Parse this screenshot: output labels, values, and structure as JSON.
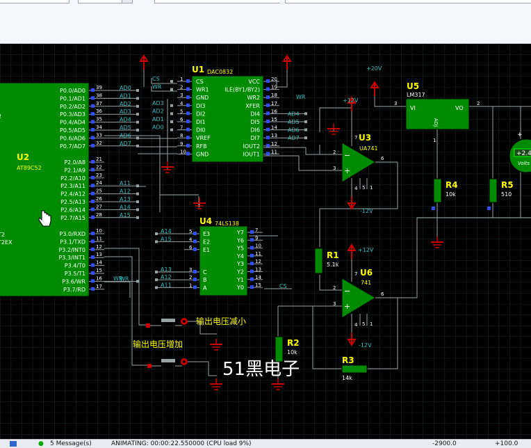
{
  "status_bar": {
    "messages": "5 Message(s)",
    "animating": "ANIMATING: 00:00:22.550000 (CPU load 9%)",
    "coord_x": "-2900.0",
    "coord_y": "+100.0"
  },
  "schematic": {
    "u1": {
      "ref": "U1",
      "part": "DAC0832",
      "left_pins": [
        {
          "num": "1",
          "name": "CS",
          "net": "CS"
        },
        {
          "num": "2",
          "name": "WR1",
          "net": "WR"
        },
        {
          "num": "3",
          "name": "GND",
          "net": ""
        },
        {
          "num": "4",
          "name": "DI3",
          "net": "AD3"
        },
        {
          "num": "5",
          "name": "DI2",
          "net": "AD2"
        },
        {
          "num": "6",
          "name": "DI1",
          "net": "AD1"
        },
        {
          "num": "7",
          "name": "DI0",
          "net": "AD0"
        },
        {
          "num": "8",
          "name": "VREF",
          "net": ""
        },
        {
          "num": "9",
          "name": "RFB",
          "net": ""
        },
        {
          "num": "10",
          "name": "GND",
          "net": ""
        }
      ],
      "right_pins": [
        {
          "num": "20",
          "name": "VCC",
          "net": ""
        },
        {
          "num": "19",
          "name": "ILE(BY1/BY2)",
          "net": ""
        },
        {
          "num": "18",
          "name": "WR2",
          "net": "WR"
        },
        {
          "num": "17",
          "name": "XFER",
          "net": ""
        },
        {
          "num": "16",
          "name": "DI4",
          "net": "AD4"
        },
        {
          "num": "15",
          "name": "DI5",
          "net": "AD5"
        },
        {
          "num": "14",
          "name": "DI6",
          "net": "AD6"
        },
        {
          "num": "13",
          "name": "DI7",
          "net": "AD7"
        },
        {
          "num": "12",
          "name": "IOUT2",
          "net": ""
        },
        {
          "num": "11",
          "name": "IOUT1",
          "net": ""
        }
      ]
    },
    "u2": {
      "ref": "U2",
      "part": "AT89C52",
      "p0": [
        {
          "num": "39",
          "name": "P0.0/AD0",
          "net": "AD0"
        },
        {
          "num": "38",
          "name": "P0.1/AD1",
          "net": "AD1"
        },
        {
          "num": "37",
          "name": "P0.2/AD2",
          "net": "AD2"
        },
        {
          "num": "36",
          "name": "P0.3/AD3",
          "net": "AD3"
        },
        {
          "num": "35",
          "name": "P0.4/AD4",
          "net": "AD4"
        },
        {
          "num": "34",
          "name": "P0.5/AD5",
          "net": "AD5"
        },
        {
          "num": "33",
          "name": "P0.6/AD6",
          "net": "AD6"
        },
        {
          "num": "32",
          "name": "P0.7/AD7",
          "net": "AD7"
        }
      ],
      "p2": [
        {
          "num": "21",
          "name": "P2.0/A8",
          "net": ""
        },
        {
          "num": "22",
          "name": "P2.1/A9",
          "net": ""
        },
        {
          "num": "23",
          "name": "P2.2/A10",
          "net": ""
        },
        {
          "num": "24",
          "name": "P2.3/A11",
          "net": "A11"
        },
        {
          "num": "25",
          "name": "P2.4/A12",
          "net": "A12"
        },
        {
          "num": "26",
          "name": "P2.5/A13",
          "net": "A13"
        },
        {
          "num": "27",
          "name": "P2.6/A14",
          "net": "A14"
        },
        {
          "num": "28",
          "name": "P2.7/A15",
          "net": "A15"
        }
      ],
      "p3": [
        {
          "num": "10",
          "name": "P3.0/RXD",
          "net": ""
        },
        {
          "num": "11",
          "name": "P3.1/TXD",
          "net": ""
        },
        {
          "num": "12",
          "name": "P3.2/INT0",
          "net": ""
        },
        {
          "num": "13",
          "name": "P3.3/INT1",
          "net": ""
        },
        {
          "num": "14",
          "name": "P3.4/T0",
          "net": ""
        },
        {
          "num": "15",
          "name": "P3.5/T1",
          "net": ""
        },
        {
          "num": "16",
          "name": "P3.6/WR",
          "net": "WR"
        },
        {
          "num": "17",
          "name": "P3.7/RD",
          "net": ""
        }
      ],
      "left_fragments": [
        "2",
        "T2",
        "T2EX"
      ]
    },
    "u4": {
      "ref": "U4",
      "part": "74LS138",
      "left_pins": [
        {
          "num": "5",
          "name": "E3",
          "net": "A14"
        },
        {
          "num": "4",
          "name": "E2",
          "net": "A15"
        },
        {
          "num": "6",
          "name": "E1",
          "net": ""
        },
        {
          "num": "3",
          "name": "C",
          "net": "A13"
        },
        {
          "num": "2",
          "name": "B",
          "net": "A12"
        },
        {
          "num": "1",
          "name": "A",
          "net": "A11"
        }
      ],
      "right_pins": [
        {
          "num": "7",
          "name": "Y7",
          "net": ""
        },
        {
          "num": "9",
          "name": "Y6",
          "net": ""
        },
        {
          "num": "10",
          "name": "Y5",
          "net": ""
        },
        {
          "num": "11",
          "name": "Y4",
          "net": ""
        },
        {
          "num": "12",
          "name": "Y3",
          "net": ""
        },
        {
          "num": "13",
          "name": "Y2",
          "net": ""
        },
        {
          "num": "14",
          "name": "Y1",
          "net": ""
        },
        {
          "num": "15",
          "name": "Y0",
          "net": "CS"
        }
      ]
    },
    "u3": {
      "ref": "U3",
      "part": "UA741",
      "pin_in_minus": "2",
      "pin_in_plus": "3",
      "pin_out": "6",
      "pin_v_plus": "7",
      "pin_v_minus": "4",
      "pin_5": "5",
      "pin_1": "1",
      "vpos": "+12V",
      "vneg": "-12V"
    },
    "u6": {
      "ref": "U6",
      "part": "741",
      "pin_in_minus": "2",
      "pin_in_plus": "3",
      "pin_out": "6",
      "pin_v_plus": "7",
      "pin_v_minus": "4",
      "pin_5": "5",
      "pin_1": "1",
      "vpos": "+12V",
      "vneg": "-12V"
    },
    "u5": {
      "ref": "U5",
      "part": "LM317",
      "vi": "VI",
      "vo": "VO",
      "adj": "ADJ",
      "pin_vi": "3",
      "pin_vo": "2",
      "pin_adj": "1",
      "supply": "+20V"
    },
    "r1": {
      "ref": "R1",
      "value": "5.1k"
    },
    "r2": {
      "ref": "R2",
      "value": "10k"
    },
    "r3": {
      "ref": "R3",
      "value": "14k"
    },
    "r4": {
      "ref": "R4",
      "value": "10k"
    },
    "r5": {
      "ref": "R5",
      "value": "510"
    },
    "voltmeter": {
      "reading": "+2.4",
      "unit": "Volts",
      "plus": "+"
    },
    "button_decrease_label": "输出电压减小",
    "button_increase_label": "输出电压增加",
    "watermark": "51黑电子"
  },
  "colors": {
    "canvas": "#000000",
    "grid": "#1c2a2a",
    "wire": "#9aa3a3",
    "component": "#008c00",
    "outline": "#000000",
    "ref_text": "#ffff00",
    "net_label": "#30c0c0",
    "pin_num": "#ffffff",
    "power_red": "#cc0000",
    "pin_active": "#3050ff"
  }
}
